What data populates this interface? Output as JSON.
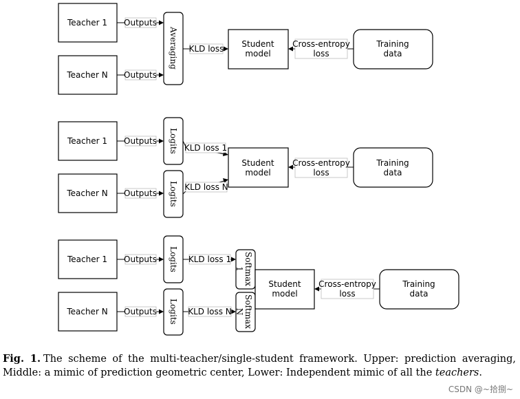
{
  "teacher_1": "Teacher 1",
  "teacher_n": "Teacher N",
  "outputs": "Outputs",
  "averaging": "Averaging",
  "logits": "Logits",
  "kld_loss": "KLD loss",
  "kld_loss_1": "KLD loss 1",
  "kld_loss_n": "KLD loss N",
  "student_line1": "Student",
  "student_line2": "model",
  "ce_line1": "Cross-entropy",
  "ce_line2": "loss",
  "training_line1": "Training",
  "training_line2": "data",
  "softmax": "Softmax",
  "softmax_1": "1",
  "softmax_n": "N",
  "caption": {
    "fig": "Fig. 1.",
    "text": "The scheme of the multi-teacher/single-student framework. Upper: prediction averaging, Middle: a mimic of prediction geometric center, Lower: Independent mimic of all the",
    "italic": "teachers",
    "end": "."
  },
  "watermark": "CSDN @~拾捌~"
}
